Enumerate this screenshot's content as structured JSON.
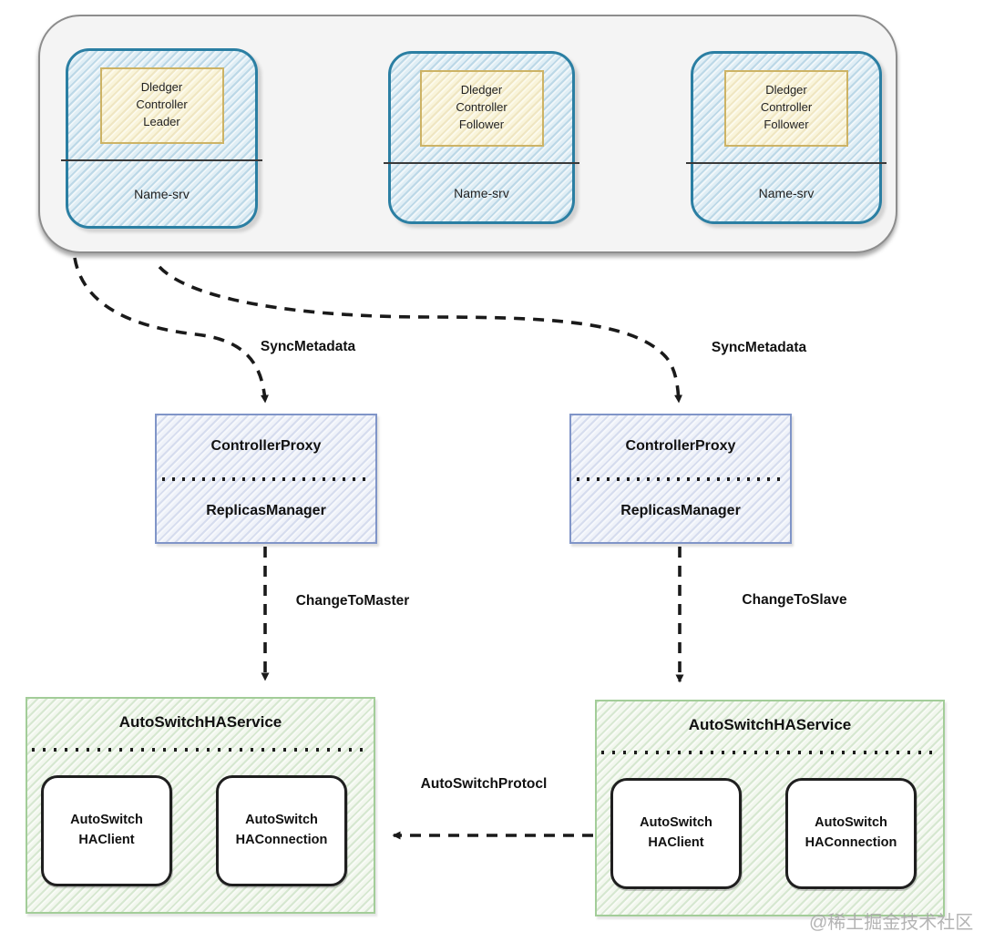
{
  "cluster": {
    "nodes": [
      {
        "controller": "Dledger\nController\nLeader",
        "server": "Name-srv"
      },
      {
        "controller": "Dledger\nController\nFollower",
        "server": "Name-srv"
      },
      {
        "controller": "Dledger\nController\nFollower",
        "server": "Name-srv"
      }
    ]
  },
  "proxies": [
    {
      "top": "ControllerProxy",
      "bottom": "ReplicasManager"
    },
    {
      "top": "ControllerProxy",
      "bottom": "ReplicasManager"
    }
  ],
  "ha_services": [
    {
      "title": "AutoSwitchHAService",
      "components": [
        {
          "label": "AutoSwitch\nHAClient"
        },
        {
          "label": "AutoSwitch\nHAConnection"
        }
      ]
    },
    {
      "title": "AutoSwitchHAService",
      "components": [
        {
          "label": "AutoSwitch\nHAClient"
        },
        {
          "label": "AutoSwitch\nHAConnection"
        }
      ]
    }
  ],
  "edges": {
    "sync_metadata_left": "SyncMetadata",
    "sync_metadata_right": "SyncMetadata",
    "change_to_master": "ChangeToMaster",
    "change_to_slave": "ChangeToSlave",
    "auto_switch_protocol": "AutoSwitchProtocl"
  },
  "watermark": "@稀土掘金技术社区",
  "colors": {
    "node_border": "#2b7fa3",
    "node_fill": "#e0eef5",
    "badge_border": "#cdb365",
    "badge_fill": "#f9f4da",
    "proxy_border": "#8095c8",
    "proxy_fill": "#eff2f9",
    "service_border": "#a3cd99",
    "service_fill": "#f2f7ee",
    "arrow": "#1a1a1a"
  }
}
